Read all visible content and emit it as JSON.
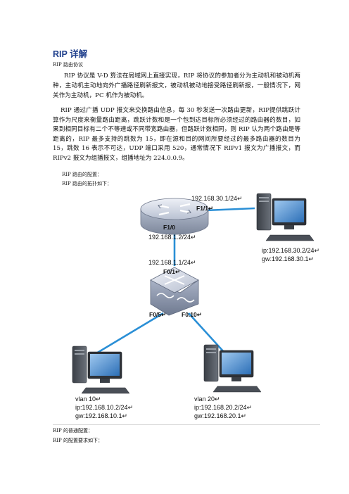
{
  "doc": {
    "title": "RIP 详解",
    "subtitle": "RIP 路由协议",
    "paragraph1": "RIP 协议是 V-D 算法在局域网上直接实现，RIP 将协议的参加者分为主动机和被动机两种，主动机主动地向外广播路径刷新报文，被动机被动地接受路径刷新报，一般情况下，网关作为主动机，PC 机作为被动机。",
    "paragraph2_lead": "RIP 通过广播 UDP 报文来交换路由信息，每 30 秒发送一次路由更新，RIP",
    "paragraph2_rest": "提供跳跃计算作为尺度来衡量路由距离，跳跃计数和是一个包到达目标所必须经过的路由器的数目，如果到相同目标有二个不等速或不同带宽路由器，但路跃计数相同，则 RIP 认为两个路由是等距离的，RIP 最多支持的跳数为 15，即在源和目的网间所要经过的最多路由器的数目为 15，跳数 16 表示不可达，UDP 端口采用 520，通常情况下 RIPv1 报文为广播报文，而 RIPv2 报文为组播报文，组播地址为 224.0.0.9。",
    "config_heading": "RIP 路由的配置：",
    "topology_heading": "RIP 路由的拓扑如下：",
    "footer1": "RIP 的普通配置：",
    "footer2": "RIP 的配置要求如下："
  },
  "topology": {
    "router_ip_top": "192.168.30.1/24↵",
    "router_port_f11": "F1/1↵",
    "router_port_f10": "F1/0",
    "router_ip_f10": "192.168.1.2/24↵",
    "switch_ip": "192.168.1.1/24↵",
    "switch_port_f01": "F0/1↵",
    "switch_port_f05": "F0/5↵",
    "switch_port_f010": "F0.10↵",
    "pc_right_ip": "ip:192.168.30.2/24↵",
    "pc_right_gw": "gw:192.168.30.1↵",
    "pc_left_vlan": "vlan 10↵",
    "pc_left_ip": "ip:192.168.10.2/24↵",
    "pc_left_gw": "gw:192.168.10.1↵",
    "pc_mid_vlan": "vlan 20↵",
    "pc_mid_ip": "ip:192.168.20.2/24↵",
    "pc_mid_gw": "gw:192.168.20.1↵",
    "link_color": "#2a8fd6"
  }
}
